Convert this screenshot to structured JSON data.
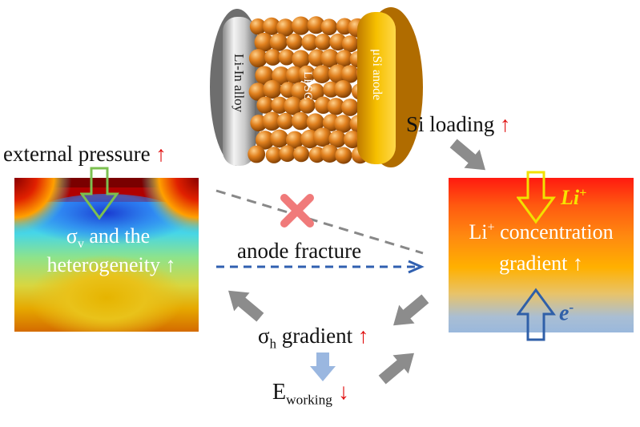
{
  "cell": {
    "left_label": "Li-In alloy",
    "middle_label": "LPSC",
    "right_label": "μSi anode"
  },
  "labels": {
    "si_loading": "Si loading",
    "external_pressure": "external pressure",
    "sigma_v_line1": "σ",
    "sigma_v_sub": "v",
    "sigma_v_rest": " and the",
    "heterogeneity": "heterogeneity",
    "anode_fracture": "anode fracture",
    "li_concentration_pre": "Li",
    "li_concentration_sup": "+",
    "li_concentration_rest": " concentration",
    "gradient": "gradient",
    "li_ion": "Li",
    "li_ion_sup": "+",
    "electron": "e",
    "electron_sup": "-",
    "sigma_h": "σ",
    "sigma_h_sub": "h",
    "sigma_h_rest": " gradient",
    "e_working": "E",
    "e_working_sub": "working",
    "up_arrow": "↑",
    "down_arrow": "↓"
  },
  "colors": {
    "increase_arrow": "#e01010",
    "flow_arrow": "#8c8c8c",
    "dashed_blue": "#3060b0",
    "dashed_gray": "#888888",
    "cross": "#f07a7a",
    "pressure_arrow": "#7cc050",
    "li_arrow": "#f2e000",
    "electron_arrow": "#2f5fa8",
    "down_flow_arrow": "#9ab7e0"
  }
}
